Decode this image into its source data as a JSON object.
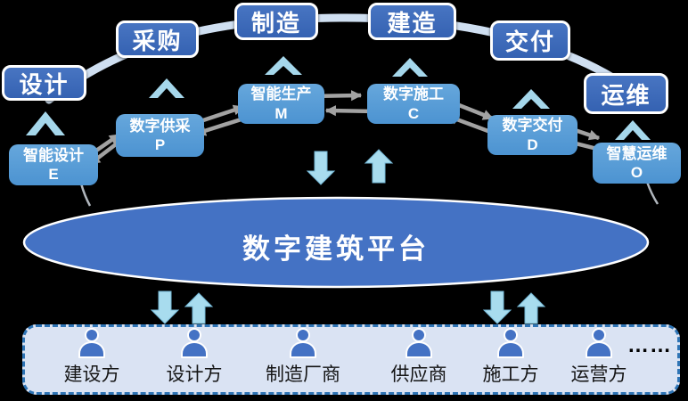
{
  "platform": {
    "label": "数字建筑平台"
  },
  "top_stages": [
    {
      "label": "设计"
    },
    {
      "label": "采购"
    },
    {
      "label": "制造"
    },
    {
      "label": "建造"
    },
    {
      "label": "交付"
    },
    {
      "label": "运维"
    }
  ],
  "digital_modules": [
    {
      "label": "智能设计",
      "code": "E"
    },
    {
      "label": "数字供采",
      "code": "P"
    },
    {
      "label": "智能生产",
      "code": "M"
    },
    {
      "label": "数字施工",
      "code": "C"
    },
    {
      "label": "数字交付",
      "code": "D"
    },
    {
      "label": "智慧运维",
      "code": "O"
    }
  ],
  "stakeholders": [
    {
      "label": "建设方"
    },
    {
      "label": "设计方"
    },
    {
      "label": "制造厂商"
    },
    {
      "label": "供应商"
    },
    {
      "label": "施工方"
    },
    {
      "label": "运营方"
    }
  ],
  "more_label": "……",
  "colors": {
    "stage_box": "#3a67b7",
    "module_box": "#58a0d8",
    "platform_ellipse": "#4472c4",
    "arc": "#cfdff1",
    "flow_arrow": "#a2a2a2",
    "chevron": "#a5d7eb",
    "block_arrow": "#a8dcee",
    "block_arrow_outline": "#74b7d6",
    "band_fill": "#dae3f3",
    "band_border": "#2e74b5",
    "person": "#4472c4",
    "tail_line": "#b0b6bd"
  }
}
